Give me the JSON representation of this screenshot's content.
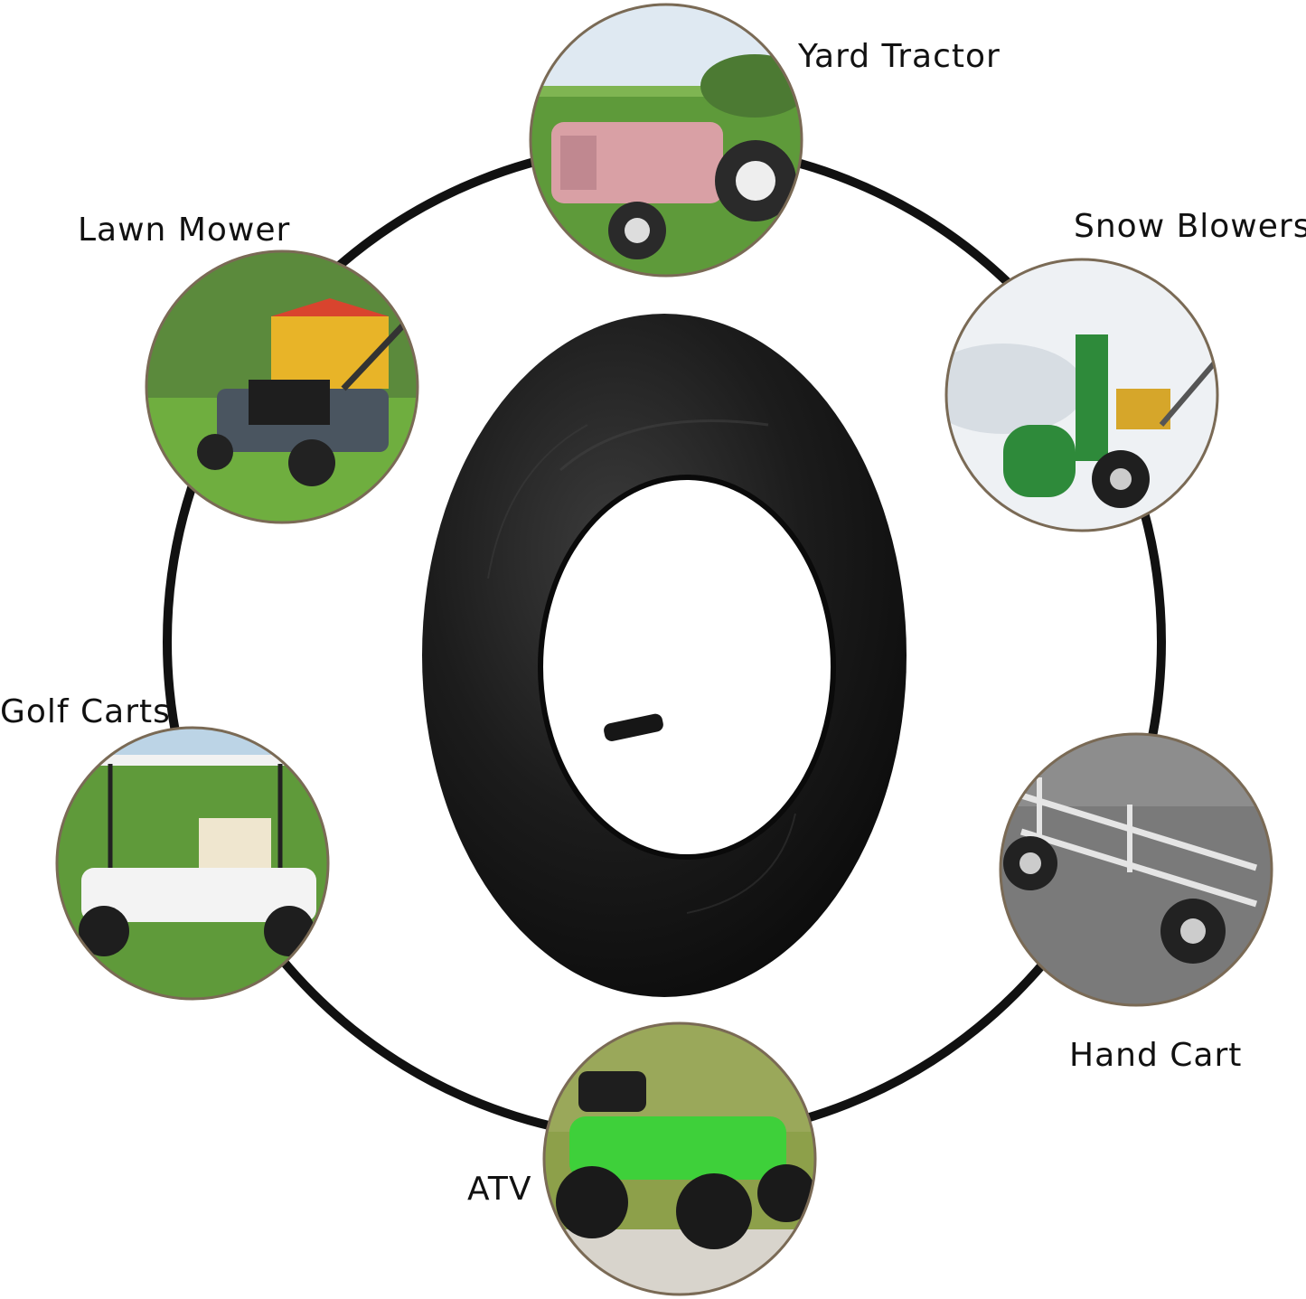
{
  "colors": {
    "ring": "#111111",
    "tube": "#1a1a1a",
    "tube_highlight": "#3a3a3a",
    "thumb_border": "#7a6a55"
  },
  "labels": {
    "yard_tractor": "Yard Tractor",
    "lawn_mower": "Lawn Mower",
    "snow_blowers": "Snow Blowers",
    "golf_carts": "Golf Carts",
    "hand_cart": "Hand Cart",
    "atv": "ATV"
  }
}
